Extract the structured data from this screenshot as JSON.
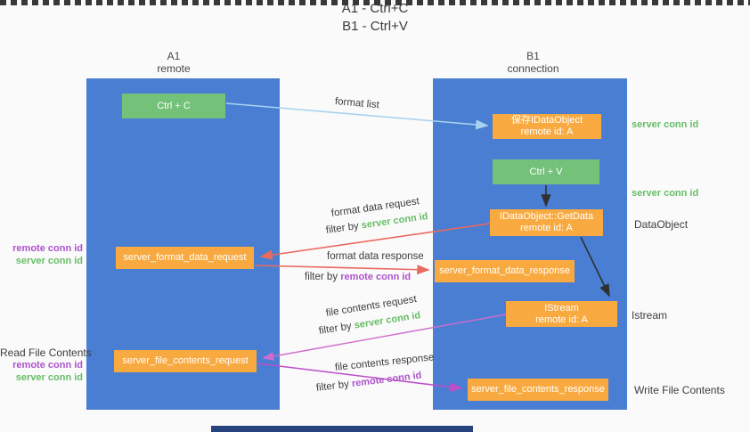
{
  "title": {
    "line1": "A1 - Ctrl+C",
    "line2": "B1 - Ctrl+V"
  },
  "columns": {
    "a1": {
      "name": "A1",
      "subtitle": "remote"
    },
    "b1": {
      "name": "B1",
      "subtitle": "connection"
    }
  },
  "nodes": {
    "ctrl_c": {
      "label": "Ctrl + C"
    },
    "ctrl_v": {
      "label": "Ctrl + V"
    },
    "save_dataobject": {
      "line1": "保存IDataObject",
      "line2": "remote id: A"
    },
    "getdata": {
      "line1": "IDataObject::GetData",
      "line2": "remote id: A"
    },
    "istream": {
      "line1": "IStream",
      "line2": "remote id: A"
    },
    "format_request": {
      "label": "server_format_data_request"
    },
    "format_response": {
      "label": "server_format_data_response"
    },
    "file_request": {
      "label": "server_file_contents_request"
    },
    "file_response": {
      "label": "server_file_contents_response"
    }
  },
  "arrows": {
    "format_list": {
      "label": "format list"
    },
    "format_data_request": {
      "label": "format data request",
      "filter_prefix": "filter by",
      "filter_key": "server conn id"
    },
    "format_data_response": {
      "label": "format data response",
      "filter_prefix": "filter by",
      "filter_key": "remote conn id"
    },
    "file_contents_request": {
      "label": "file contents request",
      "filter_prefix": "filter by",
      "filter_key": "server conn id"
    },
    "file_contents_response": {
      "label": "file contents response",
      "filter_prefix": "filter by",
      "filter_key": "remote conn id"
    }
  },
  "side_labels": {
    "server_conn_id_top": "server conn id",
    "server_conn_id_mid": "server conn id",
    "dataobject": "DataObject",
    "istream": "Istream",
    "write_file_contents": "Write File Contents",
    "read_file_contents": "Read File Contents",
    "remote_conn_id_left1": "remote conn id",
    "server_conn_id_left1": "server conn id",
    "remote_conn_id_left2": "remote conn id",
    "server_conn_id_left2": "server conn id"
  },
  "colors": {
    "column_blue": "#4a7ed3",
    "node_green": "#74c17a",
    "node_orange": "#f8aa41",
    "label_green": "#67bd67",
    "label_purple": "#ad52cc",
    "arrow_lightblue": "#a9d2ef",
    "arrow_red": "#e96a5e",
    "arrow_magenta": "#cf6ccf",
    "arrow_magenta2": "#bb4ec9",
    "arrow_black": "#303030",
    "bottom_strip": "#26437e"
  }
}
